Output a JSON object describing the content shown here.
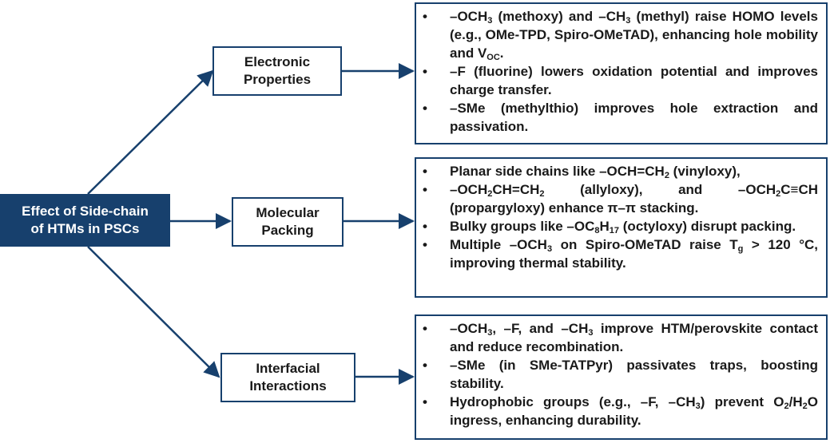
{
  "root": {
    "line1": "Effect of Side-chain",
    "line2": "of HTMs in PSCs"
  },
  "colors": {
    "accent": "#17406d",
    "text": "#1a1a1a",
    "background": "#ffffff"
  },
  "branches": [
    {
      "label_line1": "Electronic",
      "label_line2": "Properties",
      "bullet": "•",
      "items": [
        {
          "segs": [
            {
              "t": "–OCH"
            },
            {
              "t": "3",
              "sub": true
            },
            {
              "t": " (methoxy) and –CH"
            },
            {
              "t": "3",
              "sub": true
            },
            {
              "t": " (methyl) raise HOMO levels (e.g., OMe-TPD, Spiro-OMeTAD), enhancing hole mobility and V"
            },
            {
              "t": "OC",
              "sub": true
            },
            {
              "t": "."
            }
          ]
        },
        {
          "segs": [
            {
              "t": "–F (fluorine) lowers oxidation potential and improves charge transfer."
            }
          ]
        },
        {
          "segs": [
            {
              "t": "–SMe (methylthio) improves hole extraction and passivation."
            }
          ]
        }
      ]
    },
    {
      "label_line1": "Molecular",
      "label_line2": "Packing",
      "bullet": "•",
      "items": [
        {
          "segs": [
            {
              "t": "Planar side chains like –OCH=CH"
            },
            {
              "t": "2",
              "sub": true
            },
            {
              "t": " (vinyloxy),"
            }
          ]
        },
        {
          "segs": [
            {
              "t": "–OCH"
            },
            {
              "t": "2",
              "sub": true
            },
            {
              "t": "CH=CH"
            },
            {
              "t": "2",
              "sub": true
            },
            {
              "t": " (allyloxy), and –OCH"
            },
            {
              "t": "2",
              "sub": true
            },
            {
              "t": "C≡CH (propargyloxy) enhance π–π stacking."
            }
          ]
        },
        {
          "segs": [
            {
              "t": "Bulky groups like –OC"
            },
            {
              "t": "8",
              "sub": true
            },
            {
              "t": "H"
            },
            {
              "t": "17",
              "sub": true
            },
            {
              "t": " (octyloxy) disrupt packing."
            }
          ]
        },
        {
          "segs": [
            {
              "t": "Multiple –OCH"
            },
            {
              "t": "3",
              "sub": true
            },
            {
              "t": " on Spiro-OMeTAD raise T"
            },
            {
              "t": "g",
              "sub": true
            },
            {
              "t": " > 120 °C, improving thermal stability."
            }
          ]
        }
      ]
    },
    {
      "label_line1": "Interfacial",
      "label_line2": "Interactions",
      "bullet": "•",
      "items": [
        {
          "segs": [
            {
              "t": "–OCH"
            },
            {
              "t": "3",
              "sub": true
            },
            {
              "t": ", –F, and –CH"
            },
            {
              "t": "3",
              "sub": true
            },
            {
              "t": " improve HTM/perovskite contact and reduce recombination."
            }
          ]
        },
        {
          "segs": [
            {
              "t": "–SMe (in SMe-TATPyr) passivates traps, boosting stability."
            }
          ]
        },
        {
          "segs": [
            {
              "t": "Hydrophobic groups (e.g., –F, –CH"
            },
            {
              "t": "3",
              "sub": true
            },
            {
              "t": ") prevent O"
            },
            {
              "t": "2",
              "sub": true
            },
            {
              "t": "/H"
            },
            {
              "t": "2",
              "sub": true
            },
            {
              "t": "O ingress, enhancing durability."
            }
          ]
        }
      ]
    }
  ]
}
